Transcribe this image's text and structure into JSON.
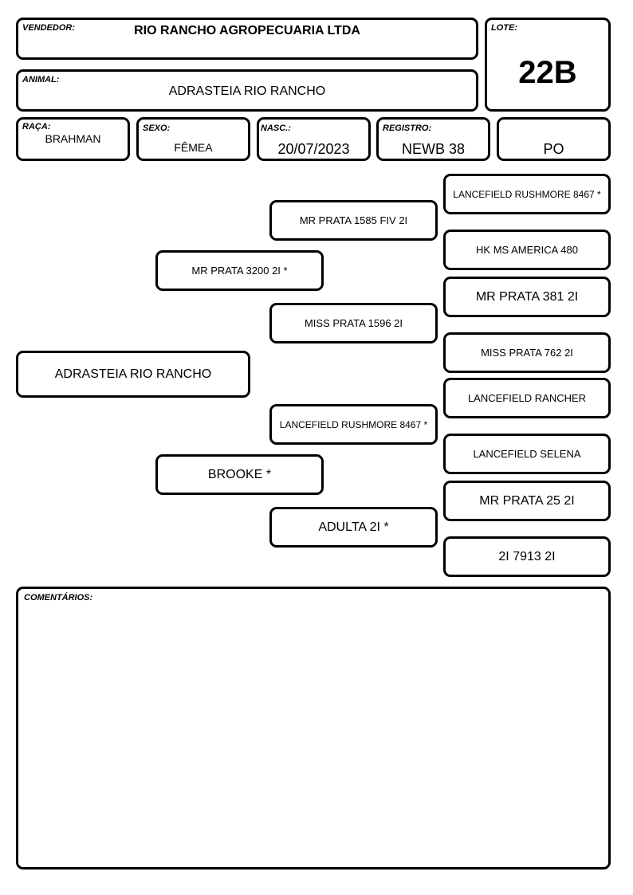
{
  "header": {
    "vendedor_label": "VENDEDOR:",
    "vendedor": "RIO RANCHO AGROPECUARIA LTDA",
    "lote_label": "LOTE:",
    "lote": "22B",
    "animal_label": "ANIMAL:",
    "animal": "ADRASTEIA RIO RANCHO"
  },
  "info": {
    "raca_label": "RAÇA:",
    "raca": "BRAHMAN",
    "sexo_label": "SEXO:",
    "sexo": "FÊMEA",
    "nasc_label": "NASC.:",
    "nasc": "20/07/2023",
    "registro_label": "REGISTRO:",
    "registro": "NEWB 38",
    "tipo": "PO"
  },
  "pedigree": {
    "animal": "ADRASTEIA RIO RANCHO",
    "sire": "MR PRATA 3200 2I *",
    "dam": "BROOKE *",
    "sire_sire": "MR PRATA 1585 FIV 2I",
    "sire_dam": "MISS PRATA 1596 2I",
    "dam_sire": "LANCEFIELD RUSHMORE 8467 *",
    "dam_dam": "ADULTA 2I *",
    "great": [
      "LANCEFIELD RUSHMORE 8467 *",
      "HK MS AMERICA 480",
      "MR PRATA 381 2I",
      "MISS PRATA 762 2I",
      "LANCEFIELD RANCHER",
      "LANCEFIELD SELENA",
      "MR PRATA 25 2I",
      "2I 7913 2I"
    ]
  },
  "comments": {
    "label": "COMENTÁRIOS:",
    "text": ""
  }
}
